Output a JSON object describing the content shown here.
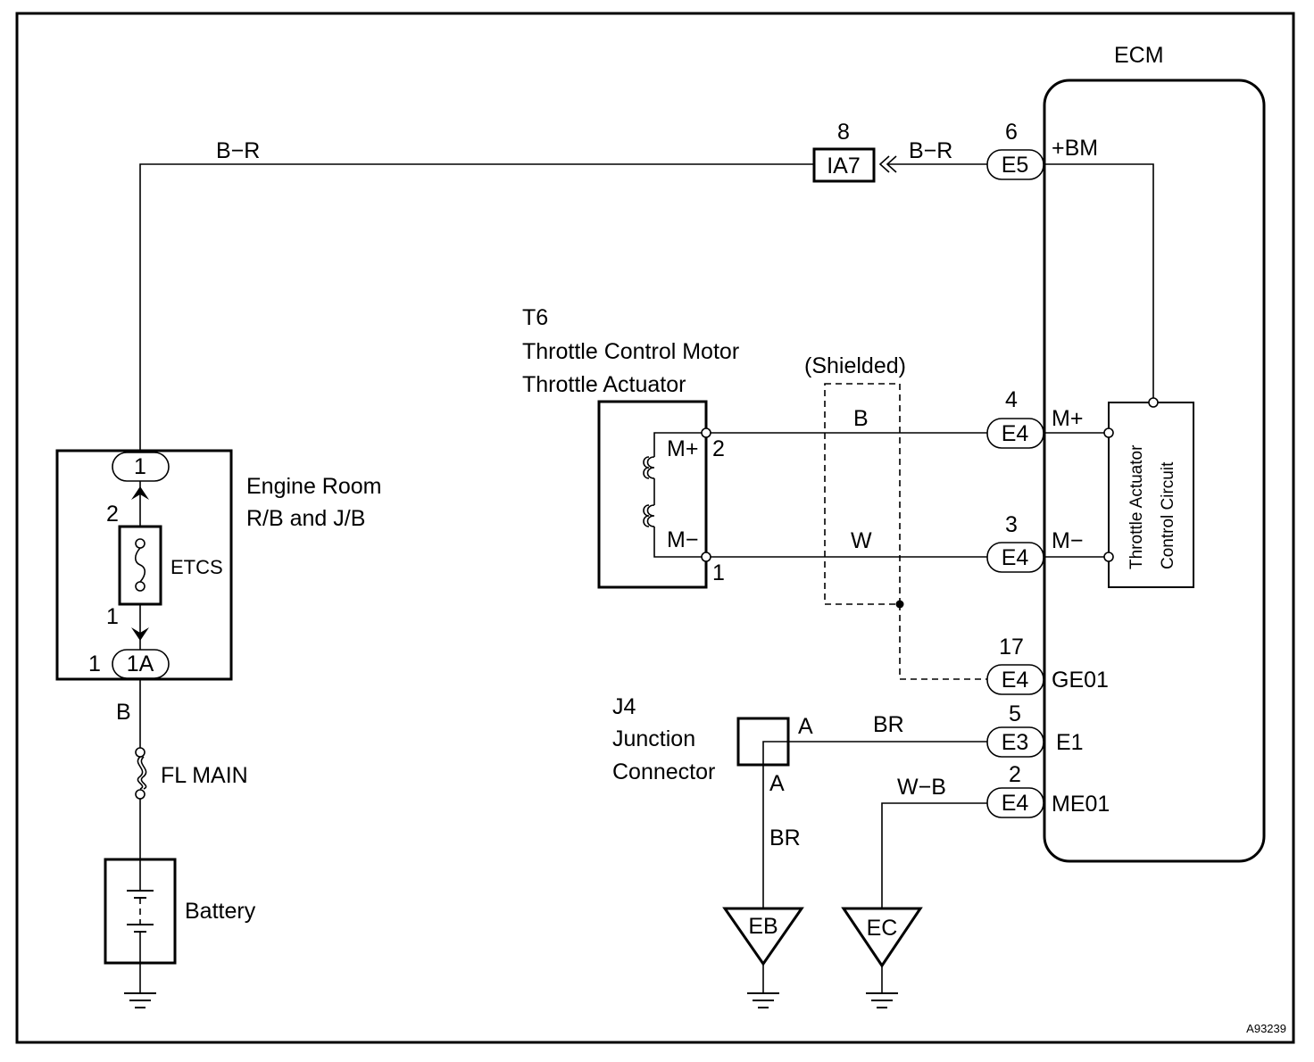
{
  "diagram_id": "A93239",
  "ecm": {
    "title": "ECM",
    "pins": [
      {
        "num": "6",
        "connector": "E5",
        "name": "+BM"
      },
      {
        "num": "4",
        "connector": "E4",
        "name": "M+"
      },
      {
        "num": "3",
        "connector": "E4",
        "name": "M−"
      },
      {
        "num": "17",
        "connector": "E4",
        "name": "GE01"
      },
      {
        "num": "5",
        "connector": "E3",
        "name": "E1"
      },
      {
        "num": "2",
        "connector": "E4",
        "name": "ME01"
      }
    ],
    "circuit": {
      "line1": "Throttle Actuator",
      "line2": "Control Circuit"
    }
  },
  "inline_connector": {
    "num": "8",
    "label": "IA7"
  },
  "wires": {
    "top_left": "B−R",
    "top_right": "B−R",
    "motor_plus": "B",
    "motor_minus": "W",
    "junction": "BR",
    "junction_down": "BR",
    "ec_wire": "W−B",
    "battery_wire": "B"
  },
  "throttle": {
    "code": "T6",
    "line1": "Throttle Control Motor",
    "line2": "Throttle Actuator",
    "pin_plus_label": "M+",
    "pin_plus_num": "2",
    "pin_minus_label": "M−",
    "pin_minus_num": "1"
  },
  "shielded": "(Shielded)",
  "relay_block": {
    "line1": "Engine Room",
    "line2": "R/B and J/B",
    "top_connector": "1",
    "fuse": "ETCS",
    "fuse_top_pin": "2",
    "fuse_bottom_pin": "1",
    "bottom_connector_pin": "1",
    "bottom_connector": "1A"
  },
  "fl_main": "FL MAIN",
  "battery": "Battery",
  "junction_connector": {
    "code": "J4",
    "line1": "Junction",
    "line2": "Connector",
    "pin_a1": "A",
    "pin_a2": "A"
  },
  "grounds": {
    "eb": "EB",
    "ec": "EC"
  }
}
